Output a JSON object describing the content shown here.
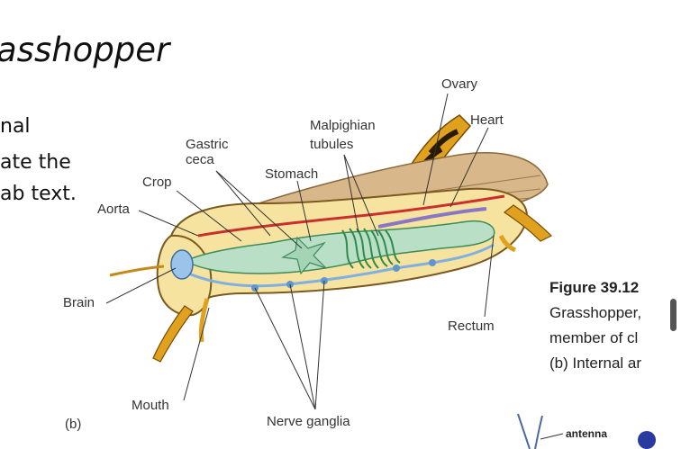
{
  "slide": {
    "title": "asshopper",
    "left_lines": [
      "nal",
      "ate the",
      "ab text."
    ]
  },
  "diagram": {
    "panel_label": "(b)",
    "labels": {
      "ovary": "Ovary",
      "heart": "Heart",
      "malpighian_1": "Malpighian",
      "malpighian_2": "tubules",
      "gastric_1": "Gastric",
      "gastric_2": "ceca",
      "stomach": "Stomach",
      "crop": "Crop",
      "aorta": "Aorta",
      "brain": "Brain",
      "rectum": "Rectum",
      "mouth": "Mouth",
      "nerve_ganglia": "Nerve ganglia"
    }
  },
  "caption": {
    "title": "Figure 39.12",
    "lines": [
      "Grasshopper,",
      "member of cl",
      "(b) Internal ar"
    ]
  },
  "inset": {
    "antenna": "antenna"
  },
  "colors": {
    "body_fill": "#f7e3a0",
    "gut": "#b9e0c6",
    "aorta": "#c9302c",
    "nerve": "#7fb0df",
    "wing": "#d8b88a",
    "leg": "#e0a21e"
  }
}
